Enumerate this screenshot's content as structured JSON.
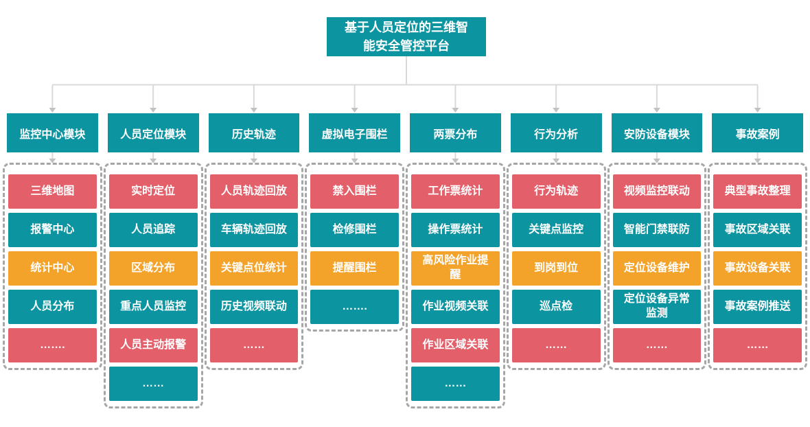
{
  "title": "基于人员定位的三维智能安全管控平台",
  "colors": {
    "teal": "#0d94a1",
    "red": "#e35f6a",
    "orange": "#f3a329",
    "dash": "#a6a6a6",
    "connector_line": "#d9d9d9",
    "arrow": "#c2c2c2"
  },
  "columns": [
    {
      "header": "监控中心模块",
      "items": [
        {
          "label": "三维地图",
          "color": "red"
        },
        {
          "label": "报警中心",
          "color": "teal"
        },
        {
          "label": "统计中心",
          "color": "orange"
        },
        {
          "label": "人员分布",
          "color": "teal"
        },
        {
          "label": "…….",
          "color": "red"
        }
      ]
    },
    {
      "header": "人员定位模块",
      "items": [
        {
          "label": "实时定位",
          "color": "red"
        },
        {
          "label": "人员追踪",
          "color": "teal"
        },
        {
          "label": "区域分布",
          "color": "orange"
        },
        {
          "label": "重点人员监控",
          "color": "teal"
        },
        {
          "label": "人员主动报警",
          "color": "red"
        },
        {
          "label": "……",
          "color": "teal"
        }
      ]
    },
    {
      "header": "历史轨迹",
      "items": [
        {
          "label": "人员轨迹回放",
          "color": "red"
        },
        {
          "label": "车辆轨迹回放",
          "color": "teal"
        },
        {
          "label": "关键点位统计",
          "color": "orange"
        },
        {
          "label": "历史视频联动",
          "color": "teal"
        },
        {
          "label": "……",
          "color": "red"
        }
      ]
    },
    {
      "header": "虚拟电子围栏",
      "items": [
        {
          "label": "禁入围栏",
          "color": "red"
        },
        {
          "label": "检修围栏",
          "color": "teal"
        },
        {
          "label": "提醒围栏",
          "color": "orange"
        },
        {
          "label": "…….",
          "color": "teal"
        }
      ]
    },
    {
      "header": "两票分布",
      "items": [
        {
          "label": "工作票统计",
          "color": "red"
        },
        {
          "label": "操作票统计",
          "color": "teal"
        },
        {
          "label": "高风险作业提醒",
          "color": "orange"
        },
        {
          "label": "作业视频关联",
          "color": "teal"
        },
        {
          "label": "作业区域关联",
          "color": "red"
        },
        {
          "label": "……",
          "color": "teal"
        }
      ]
    },
    {
      "header": "行为分析",
      "items": [
        {
          "label": "行为轨迹",
          "color": "red"
        },
        {
          "label": "关键点监控",
          "color": "teal"
        },
        {
          "label": "到岗到位",
          "color": "orange"
        },
        {
          "label": "巡点检",
          "color": "teal"
        },
        {
          "label": "……",
          "color": "red"
        }
      ]
    },
    {
      "header": "安防设备模块",
      "items": [
        {
          "label": "视频监控联动",
          "color": "red"
        },
        {
          "label": "智能门禁联防",
          "color": "teal"
        },
        {
          "label": "定位设备维护",
          "color": "orange"
        },
        {
          "label": "定位设备异常监测",
          "color": "teal"
        },
        {
          "label": "……",
          "color": "red"
        }
      ]
    },
    {
      "header": "事故案例",
      "items": [
        {
          "label": "典型事故整理",
          "color": "red"
        },
        {
          "label": "事故区域关联",
          "color": "teal"
        },
        {
          "label": "事故设备关联",
          "color": "orange"
        },
        {
          "label": "事故案例推送",
          "color": "teal"
        },
        {
          "label": "……",
          "color": "red"
        }
      ]
    }
  ]
}
